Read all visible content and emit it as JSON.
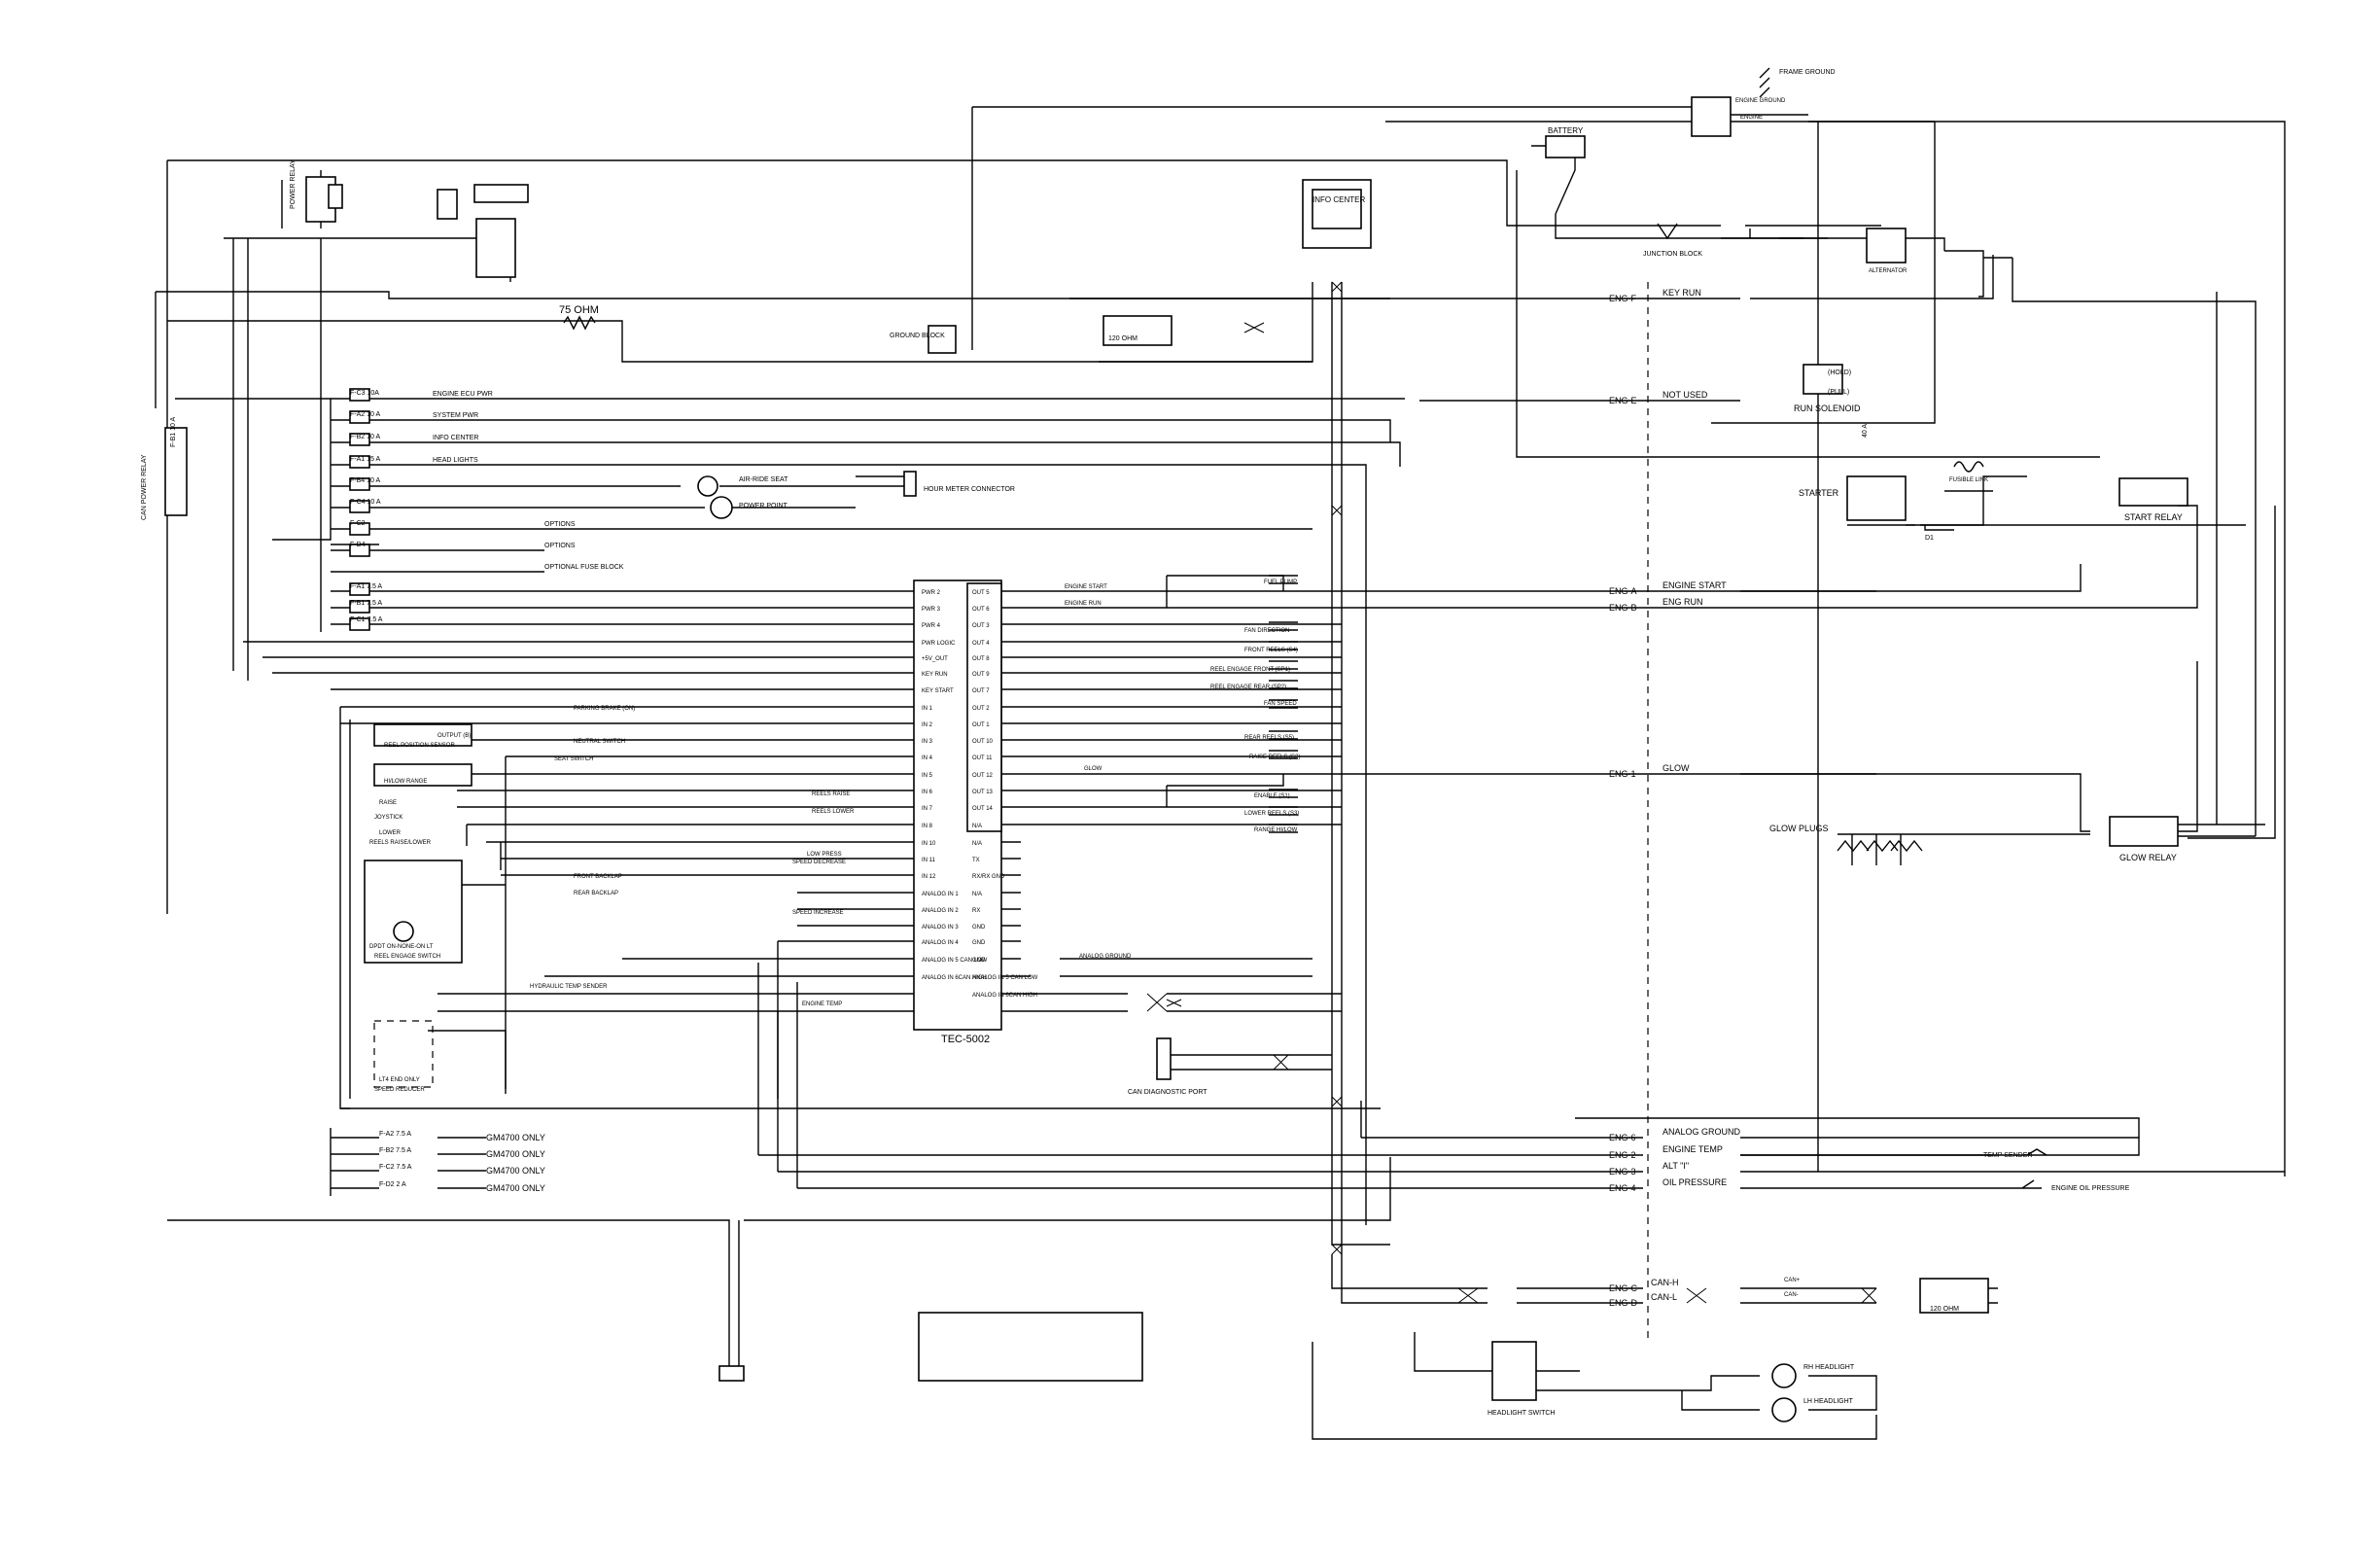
{
  "colors": {
    "ink": "#000000",
    "paper": "#ffffff"
  },
  "legend": {
    "power_relay": "POWER RELAY",
    "can_power_relay": "CAN POWER RELAY",
    "info_center": "INFO CENTER",
    "resistor_75": "75 OHM",
    "resistor_120a": "120 OHM",
    "resistor_120b": "120 OHM",
    "ground_block": "GROUND BLOCK",
    "hour_meter": "HOUR METER CONNECTOR",
    "power_point": "POWER POINT",
    "air_ride_seat": "AIR-RIDE SEAT",
    "tec": "TEC-5002",
    "can_diag": "CAN DIAGNOSTIC PORT",
    "battery": "BATTERY",
    "junction_block": "JUNCTION BLOCK",
    "frame_ground": "FRAME GROUND",
    "engine_ground": "ENGINE GROUND",
    "engine": "ENGINE",
    "alternator": "ALTERNATOR",
    "fusible_link": "FUSIBLE LINK",
    "run_solenoid": "RUN SOLENOID",
    "hold": "(HOLD)",
    "pull": "(PULL)",
    "starter": "STARTER",
    "start_relay": "START RELAY",
    "glow_plugs": "GLOW PLUGS",
    "glow_relay": "GLOW RELAY",
    "headlight_switch": "HEADLIGHT SWITCH",
    "rh_headlight": "RH HEADLIGHT",
    "lh_headlight": "LH HEADLIGHT",
    "d1": "D1",
    "fuse_40a": "40 A",
    "fuse_10a_can": "F-B1 10 A"
  },
  "fuses": [
    {
      "id": "F-C3 10A",
      "label": "ENGINE ECU PWR"
    },
    {
      "id": "F-A2 10 A",
      "label": "SYSTEM PWR"
    },
    {
      "id": "F-B2 10 A",
      "label": "INFO CENTER"
    },
    {
      "id": "F-A1 15 A",
      "label": "HEAD LIGHTS"
    },
    {
      "id": "F-B4 10 A",
      "label": ""
    },
    {
      "id": "F-C4 10 A",
      "label": ""
    },
    {
      "id": "F-C2",
      "label": "OPTIONS"
    },
    {
      "id": "F-D4",
      "label": "OPTIONS"
    },
    {
      "id": "",
      "label": "OPTIONAL FUSE BLOCK"
    }
  ],
  "tec_fuses": [
    "F-A1 7.5 A",
    "F-B1 7.5 A",
    "F-C1 7.5 A"
  ],
  "gm_fuses": [
    {
      "id": "F-A2 7.5 A",
      "label": "GM4700 ONLY"
    },
    {
      "id": "F-B2 7.5 A",
      "label": "GM4700 ONLY"
    },
    {
      "id": "F-C2 7.5 A",
      "label": "GM4700 ONLY"
    },
    {
      "id": "F-D2 2 A",
      "label": "GM4700 ONLY"
    }
  ],
  "tec_left": [
    "PWR 2",
    "PWR 3",
    "PWR 4",
    "PWR LOGIC",
    "+5V_OUT",
    "KEY RUN",
    "KEY START",
    "IN 1",
    "IN 2",
    "IN 3",
    "IN 4",
    "IN 5",
    "IN 6",
    "IN 7",
    "IN 8",
    "IN 10",
    "IN 11",
    "IN 12",
    "ANALOG IN 1",
    "ANALOG IN 2",
    "ANALOG IN 3",
    "ANALOG IN 4",
    "ANALOG IN 5 CAN LOW",
    "ANALOG IN 6CAN HIGH"
  ],
  "tec_right": [
    "OUT 5",
    "OUT 6",
    "OUT 3",
    "OUT 4",
    "OUT 8",
    "OUT 9",
    "OUT 7",
    "OUT 2",
    "OUT 1",
    "OUT 10",
    "OUT 11",
    "OUT 12",
    "OUT 13",
    "OUT 14",
    "N/A",
    "N/A",
    "TX",
    "RX/RX GND",
    "N/A",
    "RX",
    "GND",
    "GND",
    "GND",
    "ANALOG IN 5 CAN LOW",
    "ANALOG IN 6CAN HIGH"
  ],
  "outputs": [
    "ENGINE START",
    "ENGINE RUN",
    "FUEL PUMP",
    "FAN DIRECTION",
    "FRONT REELS (S4)",
    "REEL ENGAGE FRONT (SP1)",
    "REEL ENGAGE REAR (SP2)",
    "FAN SPEED",
    "REAR REELS (S5)",
    "RAISE REELS (S2)",
    "GLOW",
    "ENABLE (S1)",
    "LOWER REELS (S3)",
    "RANGE HI/LOW",
    "ANALOG GROUND"
  ],
  "inputs": [
    "PARKING BRAKE (ON)",
    "REEL POSITION SENSOR",
    "OUTPUT (B)",
    "NEUTRAL SWITCH",
    "SEAT SWITCH",
    "HI/LOW RANGE",
    "REELS RAISE",
    "REELS LOWER",
    "JOYSTICK",
    "RAISE",
    "LOWER",
    "REELS RAISE/LOWER",
    "LOW PRESS",
    "SPEED DECREASE",
    "FRONT BACKLAP",
    "REAR BACKLAP",
    "SPEED INCREASE",
    "HYDRAULIC TEMP SENDER",
    "ENGINE TEMP",
    "DPDT ON-NONE-ON LT",
    "REEL ENGAGE SWITCH",
    "LT4 END ONLY",
    "SPEED REDUCER"
  ],
  "eng": [
    {
      "pin": "ENG-F",
      "label": "KEY RUN"
    },
    {
      "pin": "ENG-E",
      "label": "NOT USED"
    },
    {
      "pin": "ENG-A",
      "label": "ENGINE START"
    },
    {
      "pin": "ENG-B",
      "label": "ENG RUN"
    },
    {
      "pin": "ENG-1",
      "label": "GLOW"
    },
    {
      "pin": "ENG-6",
      "label": "ANALOG GROUND"
    },
    {
      "pin": "ENG-2",
      "label": "ENGINE TEMP"
    },
    {
      "pin": "ENG-3",
      "label": "ALT \"I\""
    },
    {
      "pin": "ENG-4",
      "label": "OIL PRESSURE"
    },
    {
      "pin": "ENG-C",
      "label": "CAN-H"
    },
    {
      "pin": "ENG-D",
      "label": "CAN-L"
    }
  ],
  "sensors": {
    "temp_sender": "TEMP SENDER",
    "oil_pressure": "ENGINE OIL PRESSURE"
  },
  "can_labels": {
    "can_h": "CAN+",
    "can_l": "CAN-"
  }
}
